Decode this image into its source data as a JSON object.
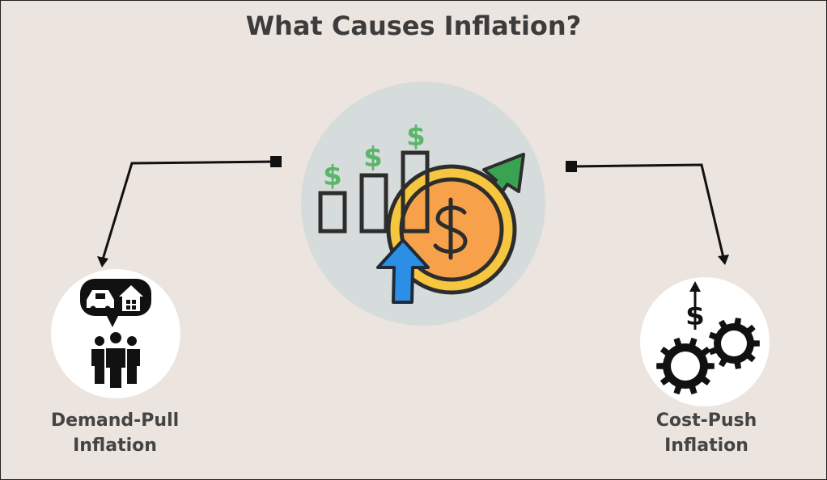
{
  "title": "What Causes Inflation?",
  "left_node": {
    "line1": "Demand-Pull",
    "line2": "Inflation",
    "icon": "consumers-demand-icon"
  },
  "right_node": {
    "line1": "Cost-Push",
    "line2": "Inflation",
    "icon": "rising-cost-gears-icon"
  },
  "center": {
    "icon": "inflation-coin-bars-icon",
    "dollar_sign": "$"
  },
  "colors": {
    "background": "#ece4df",
    "title": "#3c3c3c",
    "label": "#444444",
    "dollar_green": "#5bb56a",
    "coin_orange": "#f7a24b",
    "coin_yellow": "#f7c63f",
    "arrow_blue": "#2b8fe6",
    "arrow_green": "#3aa352",
    "center_circle": "#d6dcdb"
  }
}
